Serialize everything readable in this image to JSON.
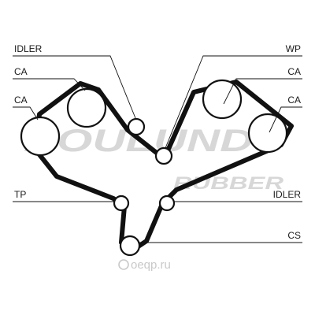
{
  "watermark": {
    "line1": "ROULUNDS",
    "line2": "RUBBER"
  },
  "labels": {
    "idler_top": "IDLER",
    "ca_left_top": "CA",
    "ca_left_bottom": "CA",
    "tp": "TP",
    "wp": "WP",
    "ca_right_top": "CA",
    "ca_right_bottom": "CA",
    "idler_right": "IDLER",
    "cs": "CS"
  },
  "brand": {
    "text": "oeqp.ru"
  }
}
